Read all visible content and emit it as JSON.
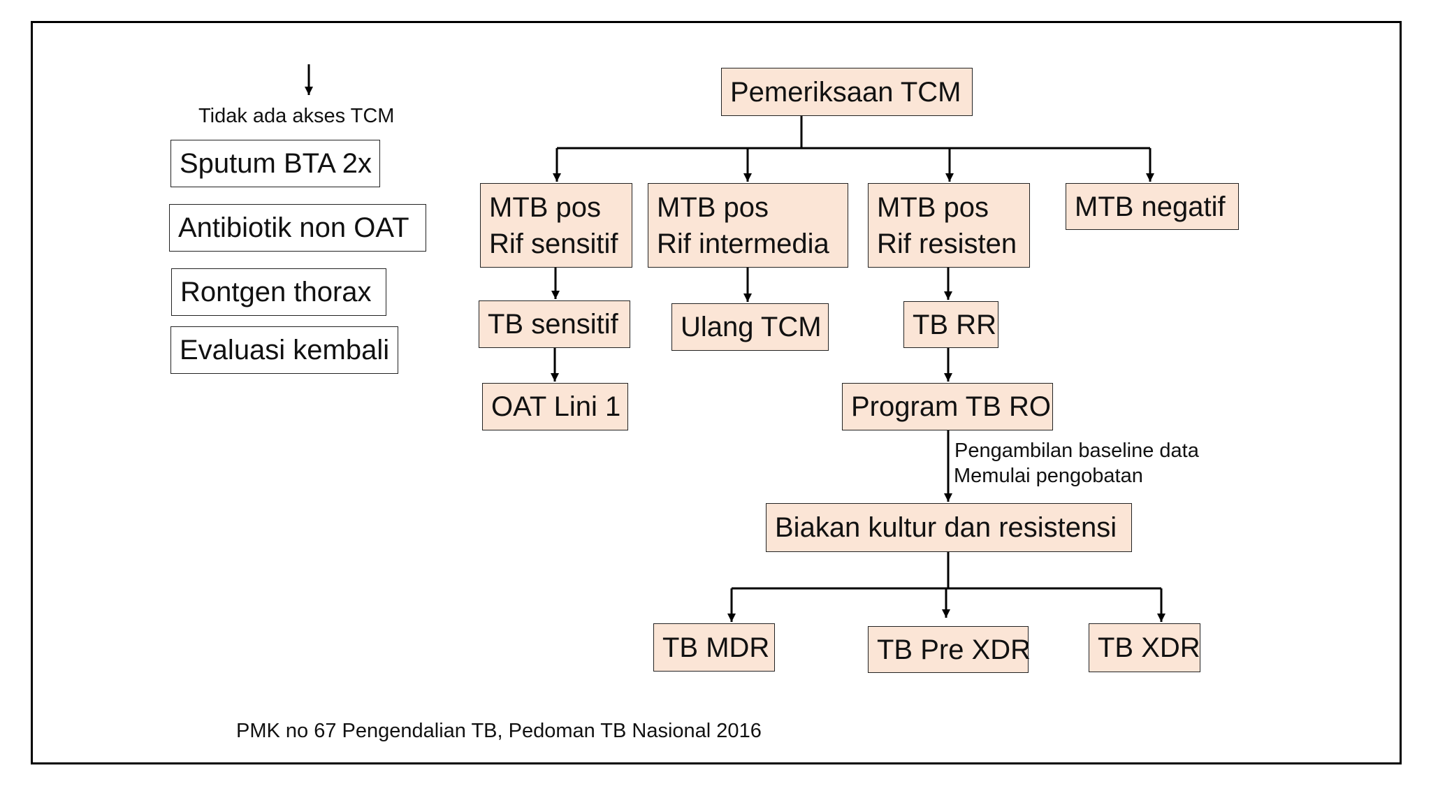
{
  "left_panel": {
    "label": "Tidak ada akses TCM",
    "items": [
      "Sputum BTA  2x",
      "Antibiotik non OAT",
      "Rontgen thorax",
      "Evaluasi kembali"
    ]
  },
  "root": "Pemeriksaan TCM",
  "results": {
    "rif_sensitif": [
      "MTB pos",
      "Rif sensitif"
    ],
    "rif_intermedia": [
      "MTB pos",
      "Rif intermedia"
    ],
    "rif_resisten": [
      "MTB pos",
      "Rif resisten"
    ],
    "negatif": "MTB negatif"
  },
  "nodes": {
    "tb_sensitif": "TB sensitif",
    "oat_lini_1": "OAT Lini 1",
    "ulang_tcm": "Ulang TCM",
    "tb_rr": "TB RR",
    "program_tb_ro": "Program TB RO",
    "biakan": "Biakan kultur dan resistensi",
    "tb_mdr": "TB MDR",
    "tb_pre_xdr": "TB Pre XDR",
    "tb_xdr": "TB XDR"
  },
  "edge_note": [
    "Pengambilan baseline data",
    "Memulai pengobatan"
  ],
  "footer": "PMK no 67 Pengendalian TB, Pedoman  TB Nasional 2016",
  "colors": {
    "node_fill": "#fbe5d6",
    "border": "#222222",
    "frame": "#000000"
  }
}
